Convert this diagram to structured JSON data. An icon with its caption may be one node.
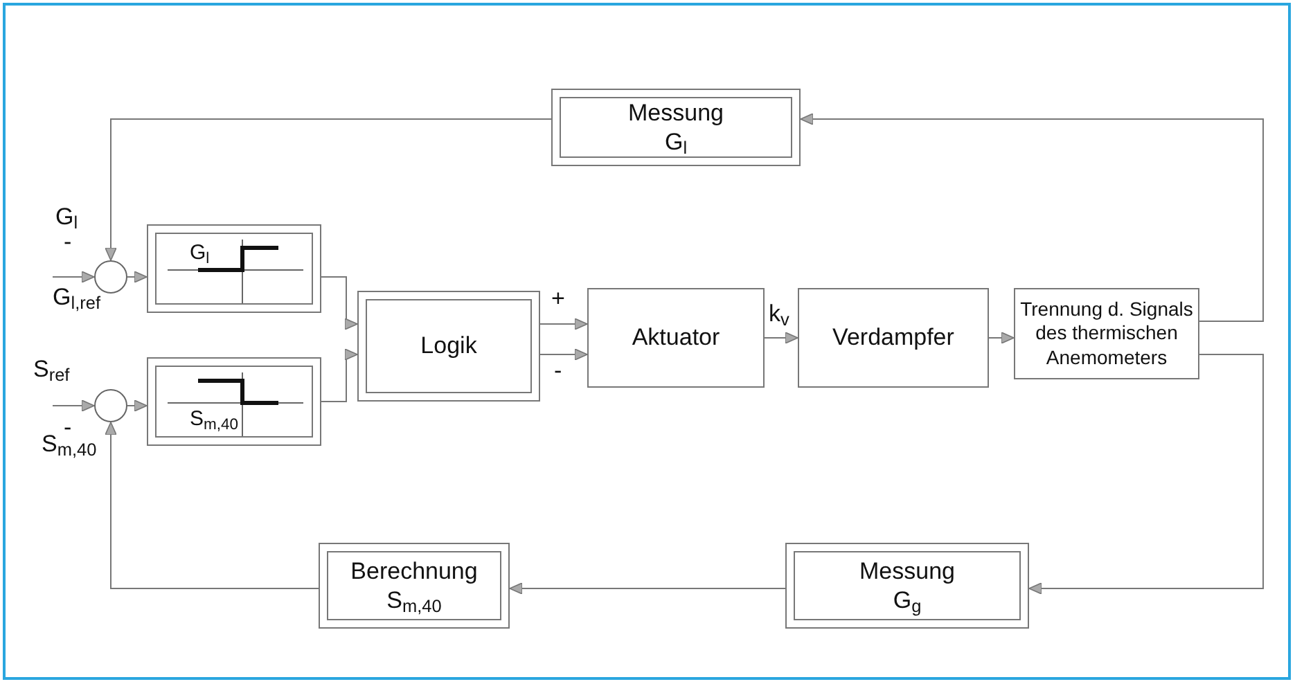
{
  "diagram": {
    "nodes": [
      {
        "text": [
          "Messung",
          "G$_{l}$"
        ]
      },
      {
        "text": [],
        "shape": "circle"
      },
      {
        "text": [
          "G$_{l}$"
        ]
      },
      {
        "text": [],
        "shape": "circle"
      },
      {
        "text": [
          "S$_{m,40}$"
        ]
      },
      {
        "text": [
          "Logik"
        ]
      },
      {
        "text": [
          "Aktuator"
        ]
      },
      {
        "text": [
          "Verdampfer"
        ]
      },
      {
        "text": [
          "Trennung d. Signals des thermischen Anemometers"
        ]
      },
      {
        "text": [
          "Messung",
          "G$_{g}$"
        ]
      },
      {
        "text": [
          "Berechnung",
          "S$_{m,40}$"
        ]
      }
    ],
    "edges": [
      {
        "from": 8,
        "to": 0,
        "arrow": "to"
      },
      {
        "from": 0,
        "to": 1,
        "arrow": "to"
      },
      {
        "from": null,
        "to": 1,
        "arrow": "to"
      },
      {
        "from": 1,
        "to": 2,
        "arrow": "to"
      },
      {
        "from": null,
        "to": 3,
        "arrow": "to"
      },
      {
        "from": 3,
        "to": 4,
        "arrow": "to"
      },
      {
        "from": 2,
        "to": 5,
        "arrow": "to"
      },
      {
        "from": 4,
        "to": 5,
        "arrow": "to"
      },
      {
        "from": 5,
        "to": 6,
        "arrow": "to",
        "label": "+"
      },
      {
        "from": 5,
        "to": 6,
        "arrow": "to",
        "label": "-"
      },
      {
        "from": 6,
        "to": 7,
        "arrow": "to",
        "label": "k$_{v}$"
      },
      {
        "from": 7,
        "to": 8,
        "arrow": "to"
      },
      {
        "from": 8,
        "to": 9,
        "arrow": "to"
      },
      {
        "from": 9,
        "to": 10,
        "arrow": "to"
      },
      {
        "from": 10,
        "to": 3,
        "arrow": "to"
      }
    ],
    "labels": [
      "G$_{l}$",
      "-",
      "G$_{l,ref}$",
      "S$_{ref}$",
      "-",
      "S$_{m,40}$"
    ]
  }
}
